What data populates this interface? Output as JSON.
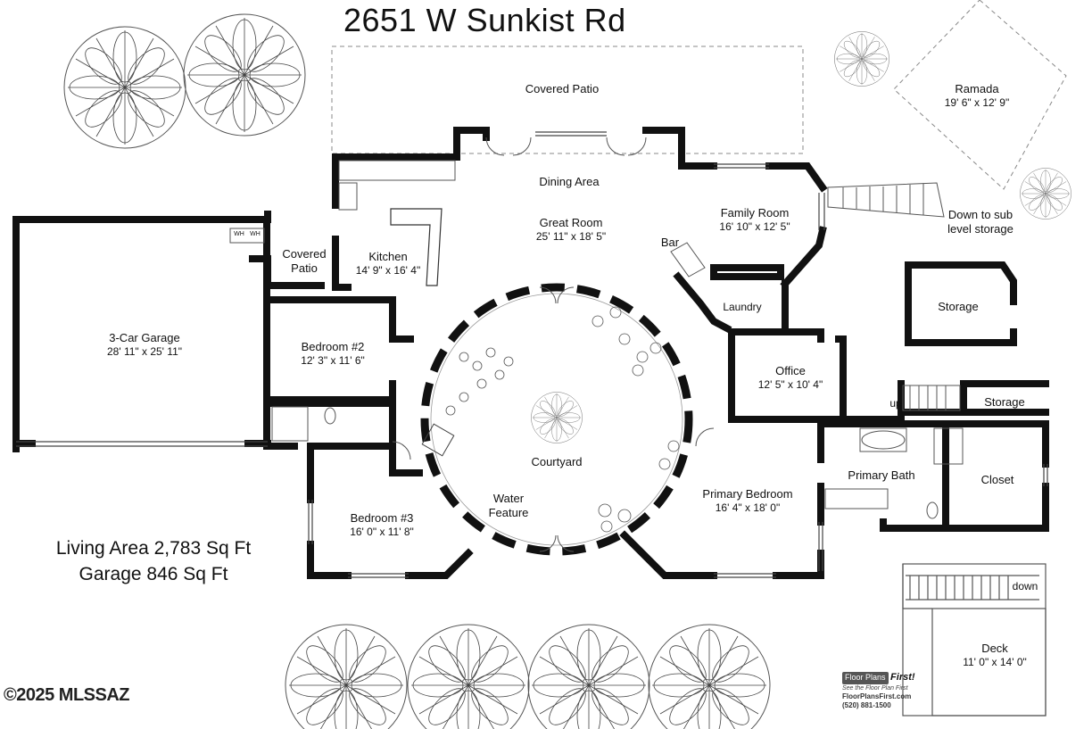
{
  "title": "2651 W Sunkist Rd",
  "rooms": {
    "covered_patio_top": {
      "name": "Covered Patio"
    },
    "ramada": {
      "name": "Ramada",
      "dims": "19' 6\" x 12' 9\""
    },
    "dining": {
      "name": "Dining Area"
    },
    "great_room": {
      "name": "Great Room",
      "dims": "25' 11\" x 18' 5\""
    },
    "family_room": {
      "name": "Family Room",
      "dims": "16' 10\" x 12' 5\""
    },
    "stairs_down": {
      "name": "Down to sub",
      "name2": "level storage"
    },
    "bar": {
      "name": "Bar"
    },
    "covered_patio_side": {
      "name": "Covered",
      "name2": "Patio"
    },
    "kitchen": {
      "name": "Kitchen",
      "dims": "14' 9\" x 16' 4\""
    },
    "garage": {
      "name": "3-Car Garage",
      "dims": "28' 11\" x 25' 11\""
    },
    "laundry": {
      "name": "Laundry"
    },
    "storage_1": {
      "name": "Storage"
    },
    "bedroom2": {
      "name": "Bedroom #2",
      "dims": "12' 3\" x 11' 6\""
    },
    "office": {
      "name": "Office",
      "dims": "12' 5\" x 10' 4\""
    },
    "storage_2": {
      "name": "Storage"
    },
    "up": {
      "name": "up"
    },
    "courtyard": {
      "name": "Courtyard"
    },
    "water_feature": {
      "name": "Water",
      "name2": "Feature"
    },
    "primary_bath": {
      "name": "Primary Bath"
    },
    "closet": {
      "name": "Closet"
    },
    "primary_bedroom": {
      "name": "Primary Bedroom",
      "dims": "16' 4\" x 18' 0\""
    },
    "bedroom3": {
      "name": "Bedroom #3",
      "dims": "16' 0\" x 11' 8\""
    },
    "deck": {
      "name": "Deck",
      "dims": "11' 0\" x 14' 0\""
    },
    "down": {
      "name": "down"
    },
    "wh1": {
      "name": "WH"
    },
    "wh2": {
      "name": "WH"
    }
  },
  "area": {
    "living": "Living Area 2,783 Sq Ft",
    "garage": "Garage 846 Sq Ft"
  },
  "copyright": "©2025 MLSSAZ",
  "logo": {
    "brand": "Floor Plans",
    "brand2": "First!",
    "tagline": "See the Floor Plan First",
    "url": "FloorPlansFirst.com",
    "phone": "(520) 881-1500"
  },
  "colors": {
    "wall": "#111111",
    "line": "#666666",
    "background": "#ffffff"
  }
}
